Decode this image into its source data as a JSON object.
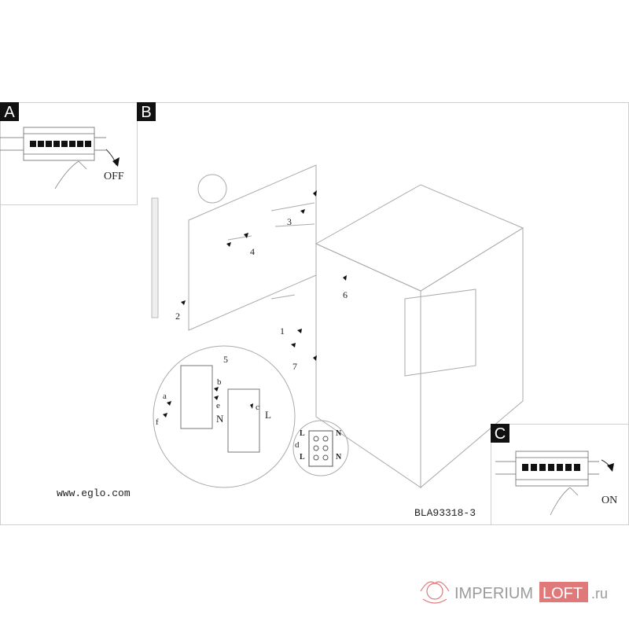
{
  "panels": {
    "a": {
      "tag": "A",
      "label": "OFF"
    },
    "b": {
      "tag": "B"
    },
    "c": {
      "tag": "C",
      "label": "ON"
    }
  },
  "callouts": {
    "n1": "1",
    "n2": "2",
    "n3": "3",
    "n4": "4",
    "n5": "5",
    "n6": "6",
    "n7": "7"
  },
  "wiring": {
    "a": "a",
    "b": "b",
    "c": "c",
    "d": "d",
    "e": "e",
    "f": "f",
    "N": "N",
    "L": "L",
    "terminal": {
      "l1": "L",
      "n1": "N",
      "l2": "L",
      "n2": "N"
    }
  },
  "footer": {
    "website": "www.eglo.com",
    "doc_code": "BLA93318-3"
  },
  "watermark": {
    "part1": "IMPERIUM",
    "part2": "LOFT",
    "part3": ".ru",
    "colors": {
      "red": "#e07a7a",
      "gray": "#9a9a9a"
    }
  }
}
